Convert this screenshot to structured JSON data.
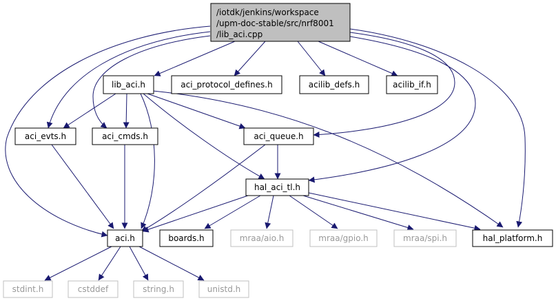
{
  "graph": {
    "root": {
      "lines": [
        "/iotdk/jenkins/workspace",
        "/upm-doc-stable/src/nrf8001",
        "/lib_aci.cpp"
      ]
    },
    "nodes": {
      "lib_aci_h": "lib_aci.h",
      "aci_protocol_defines_h": "aci_protocol_defines.h",
      "acilib_defs_h": "acilib_defs.h",
      "acilib_if_h": "acilib_if.h",
      "aci_evts_h": "aci_evts.h",
      "aci_cmds_h": "aci_cmds.h",
      "aci_queue_h": "aci_queue.h",
      "hal_aci_tl_h": "hal_aci_tl.h",
      "aci_h": "aci.h",
      "boards_h": "boards.h",
      "mraa_aio_h": "mraa/aio.h",
      "mraa_gpio_h": "mraa/gpio.h",
      "mraa_spi_h": "mraa/spi.h",
      "hal_platform_h": "hal_platform.h",
      "stdint_h": "stdint.h",
      "cstddef": "cstddef",
      "string_h": "string.h",
      "unistd_h": "unistd.h"
    },
    "colors": {
      "edge": "#191970",
      "root_fill": "#bfbfbf",
      "node_border": "#000000",
      "missing_border": "#bfbfbf",
      "missing_text": "#999999"
    }
  }
}
